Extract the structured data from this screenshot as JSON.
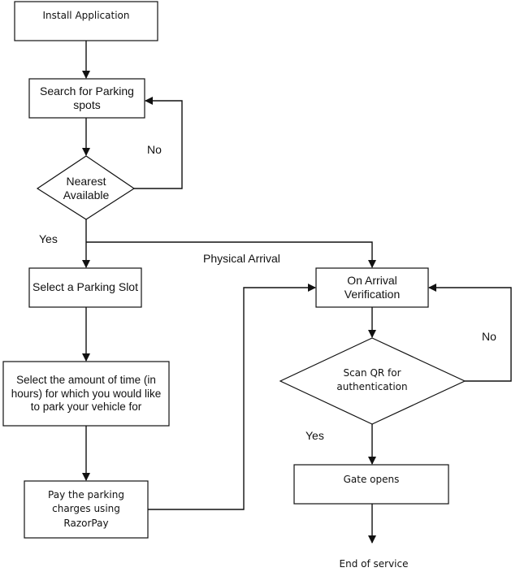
{
  "nodes": {
    "install": "Install Application",
    "search": "Search for Parking spots",
    "nearest": "Nearest Available",
    "select_slot": "Select a Parking Slot",
    "select_time": "Select the amount of time (in hours) for which you would like to park your vehicle for",
    "pay": "Pay the parking charges using RazorPay",
    "verification": "On Arrival Verification",
    "scan_qr": "Scan QR for authentication",
    "gate": "Gate opens",
    "end": "End of service"
  },
  "edge_labels": {
    "no_search": "No",
    "yes_nearest": "Yes",
    "physical_arrival": "Physical Arrival",
    "no_scan": "No",
    "yes_scan": "Yes"
  },
  "colors": {
    "stroke": "#111111",
    "fill": "#ffffff"
  }
}
